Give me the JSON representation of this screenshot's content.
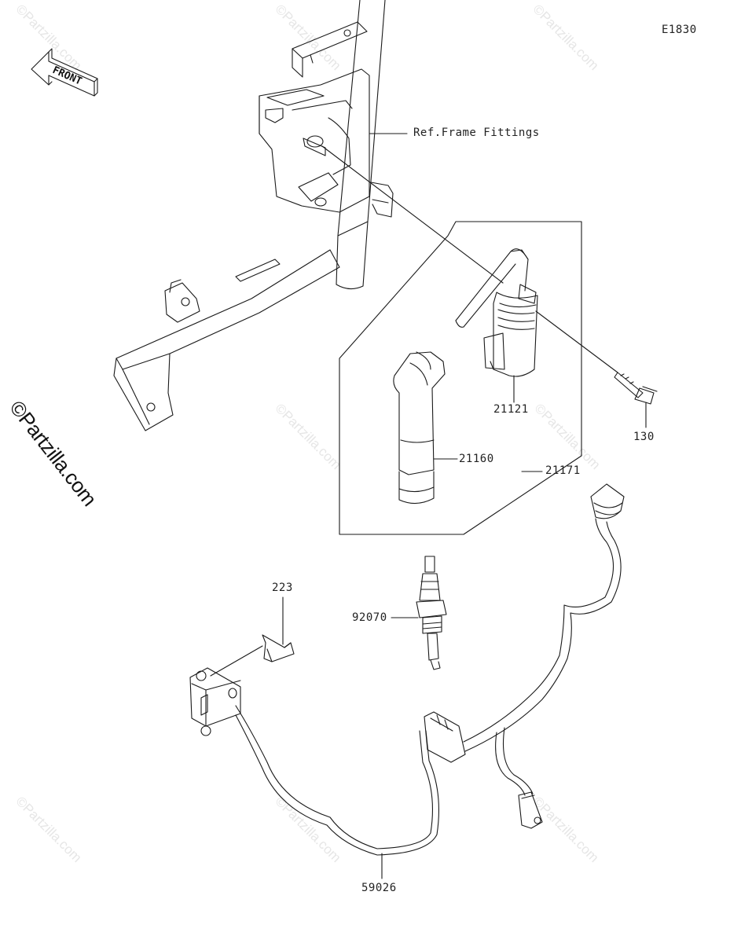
{
  "diagram_code": "E1830",
  "front_label": "FRONT",
  "ref_label": "Ref.Frame Fittings",
  "watermark_main": "©Partzilla.com",
  "watermark_faint": "©Partzilla.com",
  "parts": [
    {
      "id": "p21121",
      "number": "21121",
      "name": "ignition-coil"
    },
    {
      "id": "p130",
      "number": "130",
      "name": "bolt"
    },
    {
      "id": "p21160",
      "number": "21160",
      "name": "plug-cap"
    },
    {
      "id": "p21171",
      "number": "21171",
      "name": "coil-assembly"
    },
    {
      "id": "p223",
      "number": "223",
      "name": "screw"
    },
    {
      "id": "p92070",
      "number": "92070",
      "name": "spark-plug"
    },
    {
      "id": "p59026",
      "number": "59026",
      "name": "sensor-harness"
    }
  ]
}
